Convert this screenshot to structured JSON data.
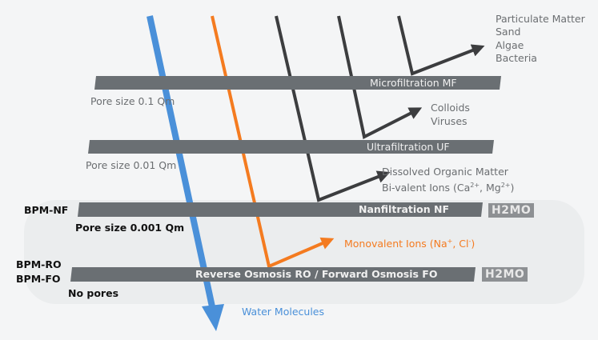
{
  "colors": {
    "water": "#4a90d9",
    "monovalent": "#f47b20",
    "dark": "#3c3d3f",
    "bar": "#6a6f73"
  },
  "membranes": [
    {
      "name": "Microfiltration MF",
      "pore": "Pore size 0.1 Qm"
    },
    {
      "name": "Ultrafiltration UF",
      "pore": "Pore size 0.01 Qm"
    },
    {
      "name": "Nanfiltration NF",
      "pore": "Pore size 0.001 Qm",
      "product": "BPM-NF"
    },
    {
      "name": "Reverse Osmosis RO / Forward Osmosis FO",
      "pore": "No pores",
      "product_1": "BPM-RO",
      "product_2": "BPM-FO"
    }
  ],
  "rejected": {
    "mf": [
      "Particulate Matter",
      "Sand",
      "Algae",
      "Bacteria"
    ],
    "uf": [
      "Colloids",
      "Viruses"
    ],
    "nf_1": "Dissolved Organic Matter",
    "nf_2_prefix": "Bi-valent Ions (Ca",
    "nf_2_sup1": "2+",
    "nf_2_mid": ", Mg",
    "nf_2_sup2": "2+",
    "nf_2_suffix": ")",
    "ro_prefix": "Monovalent Ions (Na",
    "ro_sup1": "+",
    "ro_mid": ", Cl",
    "ro_sup2": "-",
    "ro_suffix": ")"
  },
  "water_label": "Water Molecules",
  "logo": "H2MO"
}
